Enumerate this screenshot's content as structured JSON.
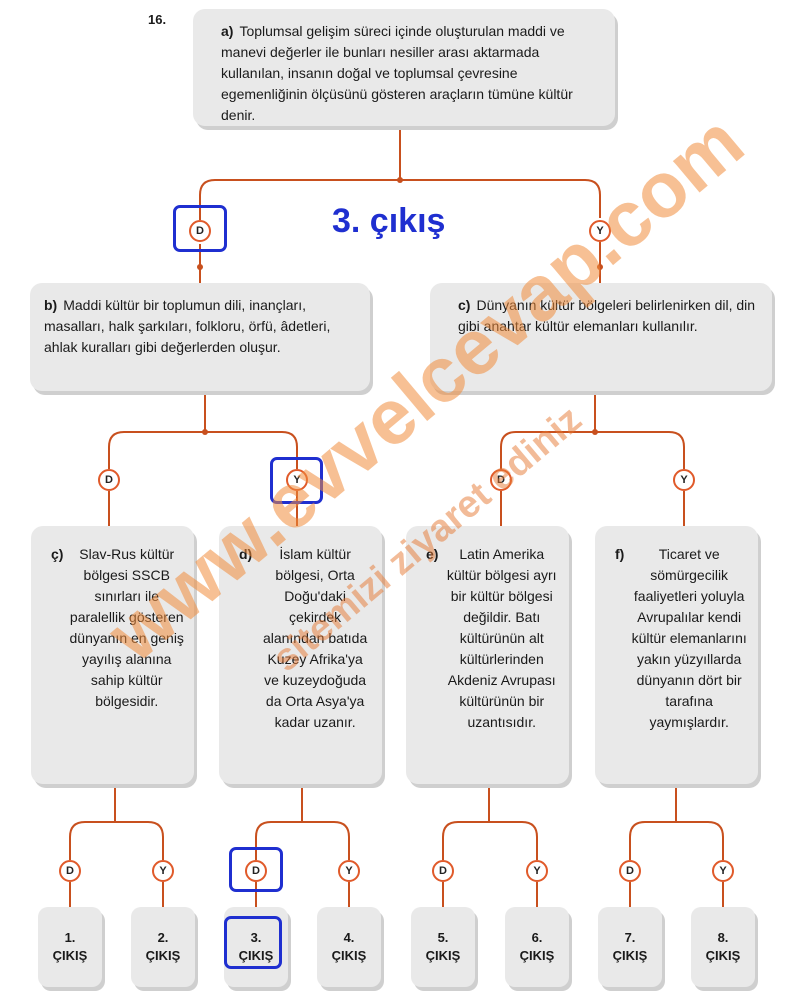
{
  "question_number": "16.",
  "main": {
    "label": "a)",
    "text": "Toplumsal gelişim süreci içinde oluşturulan maddi ve manevi değerler ile bunları nesiller arası aktarmada kullanılan, insanın doğal ve toplumsal çevresine egemenliğinin ölçüsünü gösteren araçların tümüne kültür denir."
  },
  "answer_label": "3. çıkış",
  "nodes": {
    "d": "D",
    "y": "Y"
  },
  "b": {
    "label": "b)",
    "text": "Maddi kültür bir toplumun dili, inançları, masalları, halk şarkıları, folkloru, örfü, âdetleri, ahlak kuralları gibi değerlerden oluşur."
  },
  "c": {
    "label": "c)",
    "text": "Dünyanın kültür bölgeleri belirlenirken dil, din gibi anahtar kültür elemanları kullanılır."
  },
  "leaves": [
    {
      "label": "ç)",
      "text": "Slav-Rus kültür bölgesi SSCB sınırları ile paralellik gösteren dünyanın en geniş yayılış alanına sahip kültür bölgesidir."
    },
    {
      "label": "d)",
      "text": "İslam kültür bölgesi, Orta Doğu'daki çekirdek alanından batıda Kuzey Afrika'ya ve kuzeydoğuda da Orta Asya'ya kadar uzanır."
    },
    {
      "label": "e)",
      "text": "Latin Amerika kültür bölgesi ayrı bir kültür bölgesi değildir. Batı kültürünün alt kültürlerinden Akdeniz Avrupası kültürünün bir uzantısıdır."
    },
    {
      "label": "f)",
      "text": "Ticaret ve sömürgecilik faaliyetleri yoluyla Avrupalılar kendi kültür elemanlarını yakın yüzyıllarda dünyanın dört bir tarafına yaymışlardır."
    }
  ],
  "outputs": [
    {
      "num": "1.",
      "word": "ÇIKIŞ"
    },
    {
      "num": "2.",
      "word": "ÇIKIŞ"
    },
    {
      "num": "3.",
      "word": "ÇIKIŞ"
    },
    {
      "num": "4.",
      "word": "ÇIKIŞ"
    },
    {
      "num": "5.",
      "word": "ÇIKIŞ"
    },
    {
      "num": "6.",
      "word": "ÇIKIŞ"
    },
    {
      "num": "7.",
      "word": "ÇIKIŞ"
    },
    {
      "num": "8.",
      "word": "ÇIKIŞ"
    }
  ],
  "watermark": {
    "site": "www.evvelcevap.com",
    "note": "sitemizi ziyaret ediniz"
  },
  "colors": {
    "line": "#c8501e",
    "node_border": "#e05a2a",
    "highlight": "#1f2fd0",
    "box": "#e9e9e9"
  }
}
